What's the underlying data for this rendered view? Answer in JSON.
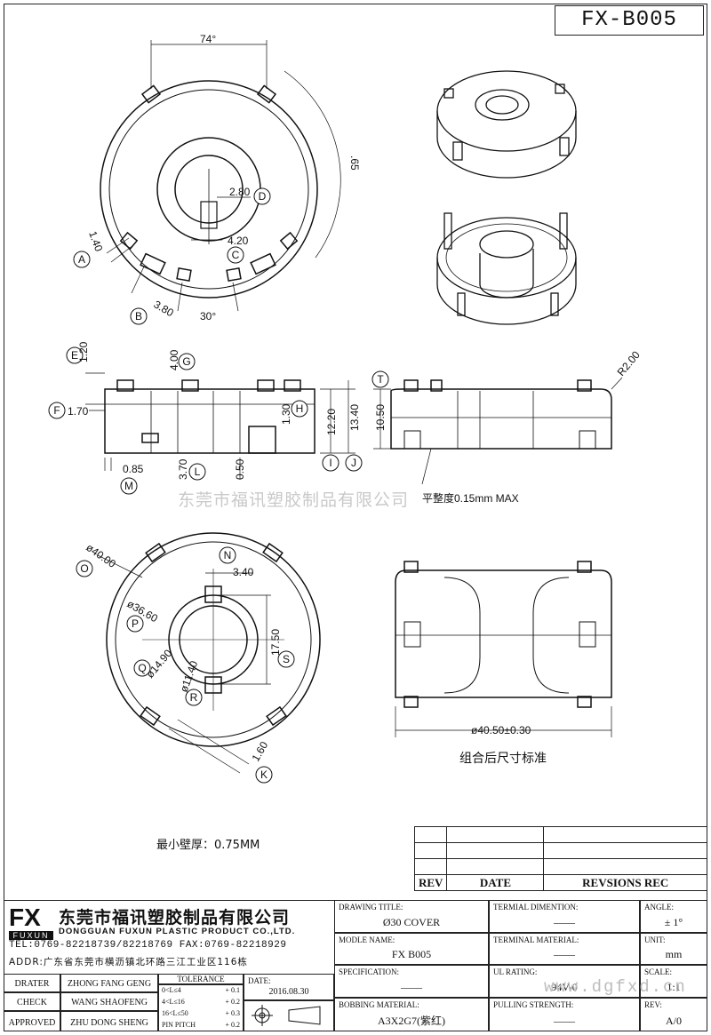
{
  "drawing_number": "FX-B005",
  "watermark": "东莞市福讯塑胶制品有限公司",
  "top_view": {
    "angle_top": "74°",
    "radius_right": ".65",
    "dim_d": "2.80",
    "dim_c": "4.20",
    "dim_a": "1.40",
    "dim_b": "3.80",
    "angle_bottom": "30°"
  },
  "side_view": {
    "dim_e": "1.20",
    "dim_g": "4.00",
    "dim_f": "1.70",
    "dim_h": "1.30",
    "dim_i": "12.20",
    "dim_j": "13.40",
    "dim_m": "0.85",
    "dim_l": "3.70",
    "dim_k": "0.50"
  },
  "right_side_view": {
    "dim_t": "10.50",
    "radius": "R2.00",
    "flatness_note": "平整度0.15mm MAX"
  },
  "bottom_view": {
    "dim_o": "ø40.00",
    "dim_n": "3.40",
    "dim_p": "ø36.60",
    "dim_s": "17.50",
    "dim_q": "ø14.90",
    "dim_r": "ø11.40",
    "dim_k2": "1.60"
  },
  "assembly_view": {
    "dim": "ø40.50±0.30",
    "caption": "组合后尺寸标准"
  },
  "min_wall_note": "最小壁厚：0.75MM",
  "circle_labels": [
    "A",
    "B",
    "C",
    "D",
    "E",
    "F",
    "G",
    "H",
    "I",
    "J",
    "K",
    "L",
    "M",
    "N",
    "O",
    "P",
    "Q",
    "R",
    "S",
    "T"
  ],
  "revision_table": {
    "headers": [
      "REV",
      "DATE",
      "REVSIONS REC"
    ]
  },
  "company": {
    "logo_text": "FX",
    "logo_sub": "FUXUN",
    "name_cn": "东莞市福讯塑胶制品有限公司",
    "name_en": "DONGGUAN FUXUN PLASTIC PRODUCT CO.,LTD.",
    "tel": "TEL:0769-82218739/82218769 FAX:0769-82218929",
    "addr": "ADDR:广东省东莞市横沥镇北环路三江工业区116栋"
  },
  "people": {
    "drater_label": "DRATER",
    "drater": "ZHONG FANG GENG",
    "check_label": "CHECK",
    "check": "WANG SHAOFENG",
    "approved_label": "APPROVED",
    "approved": "ZHU DONG SHENG"
  },
  "tolerance": {
    "title": "TOLERANCE",
    "rows": [
      {
        "range": "0<L≤4",
        "tol": "+ 0.1"
      },
      {
        "range": "4<L≤16",
        "tol": "+ 0.2"
      },
      {
        "range": "16<L≤50",
        "tol": "+ 0.3"
      },
      {
        "range": "PIN PITCH",
        "tol": "+ 0.2"
      }
    ]
  },
  "date": {
    "label": "DATE:",
    "value": "2016.08.30"
  },
  "fields": {
    "drawing_title": {
      "label": "DRAWING TITLE:",
      "value": "Ø30 COVER"
    },
    "terminal_dimention": {
      "label": "TERMIAL DIMENTION:",
      "value": "——"
    },
    "angle": {
      "label": "ANGLE:",
      "value": "± 1°"
    },
    "module_name": {
      "label": "MODLE NAME:",
      "value": "FX B005"
    },
    "terminal_material": {
      "label": "TERMINAL MATERIAL:",
      "value": "——"
    },
    "unit": {
      "label": "UNIT:",
      "value": "mm"
    },
    "specification": {
      "label": "SPECIFICATION:",
      "value": "——"
    },
    "ul_rating": {
      "label": "UL RATING:",
      "value": "94V-0"
    },
    "scale": {
      "label": "SCALE:",
      "value": "1:1"
    },
    "bobbin_material": {
      "label": "BOBBING MATERIAL:",
      "value": "A3X2G7(紫红)"
    },
    "pulling_strength": {
      "label": "PULLING STRENGTH:",
      "value": "——"
    },
    "rev": {
      "label": "REV:",
      "value": "A/0"
    }
  },
  "site_watermark": "www.dgfxd.cn"
}
